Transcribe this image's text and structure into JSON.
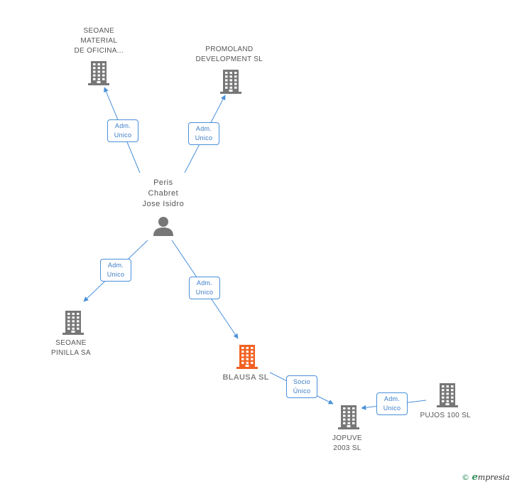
{
  "colors": {
    "edge": "#4a90d9",
    "building": "#777777",
    "focus_building": "#f26122",
    "person": "#777777"
  },
  "person": {
    "name_lines": [
      "Peris",
      "Chabret",
      "Jose Isidro"
    ],
    "icon": "person-icon"
  },
  "companies": [
    {
      "id": "seoane-material",
      "label_lines": [
        "SEOANE",
        "MATERIAL",
        "DE OFICINA..."
      ],
      "focus": false
    },
    {
      "id": "promoland",
      "label_lines": [
        "PROMOLAND",
        "DEVELOPMENT SL"
      ],
      "focus": false
    },
    {
      "id": "seoane-pinilla",
      "label_lines": [
        "SEOANE",
        "PINILLA SA"
      ],
      "focus": false
    },
    {
      "id": "blausa",
      "label_lines": [
        "BLAUSA SL"
      ],
      "focus": true
    },
    {
      "id": "jopuve",
      "label_lines": [
        "JOPUVE",
        "2003 SL"
      ],
      "focus": false
    },
    {
      "id": "pujos",
      "label_lines": [
        "PUJOS 100 SL"
      ],
      "focus": false
    }
  ],
  "relations": [
    {
      "from": "person",
      "to": "seoane-material",
      "role_lines": [
        "Adm.",
        "Unico"
      ]
    },
    {
      "from": "person",
      "to": "promoland",
      "role_lines": [
        "Adm.",
        "Unico"
      ]
    },
    {
      "from": "person",
      "to": "seoane-pinilla",
      "role_lines": [
        "Adm.",
        "Unico"
      ]
    },
    {
      "from": "person",
      "to": "blausa",
      "role_lines": [
        "Adm.",
        "Unico"
      ]
    },
    {
      "from": "blausa",
      "to": "jopuve",
      "role_lines": [
        "Socio",
        "Único"
      ]
    },
    {
      "from": "pujos",
      "to": "jopuve",
      "role_lines": [
        "Adm.",
        "Unico"
      ]
    }
  ],
  "footer": {
    "copyright_symbol": "©",
    "brand_initial": "e",
    "brand_rest": "mpresia"
  }
}
